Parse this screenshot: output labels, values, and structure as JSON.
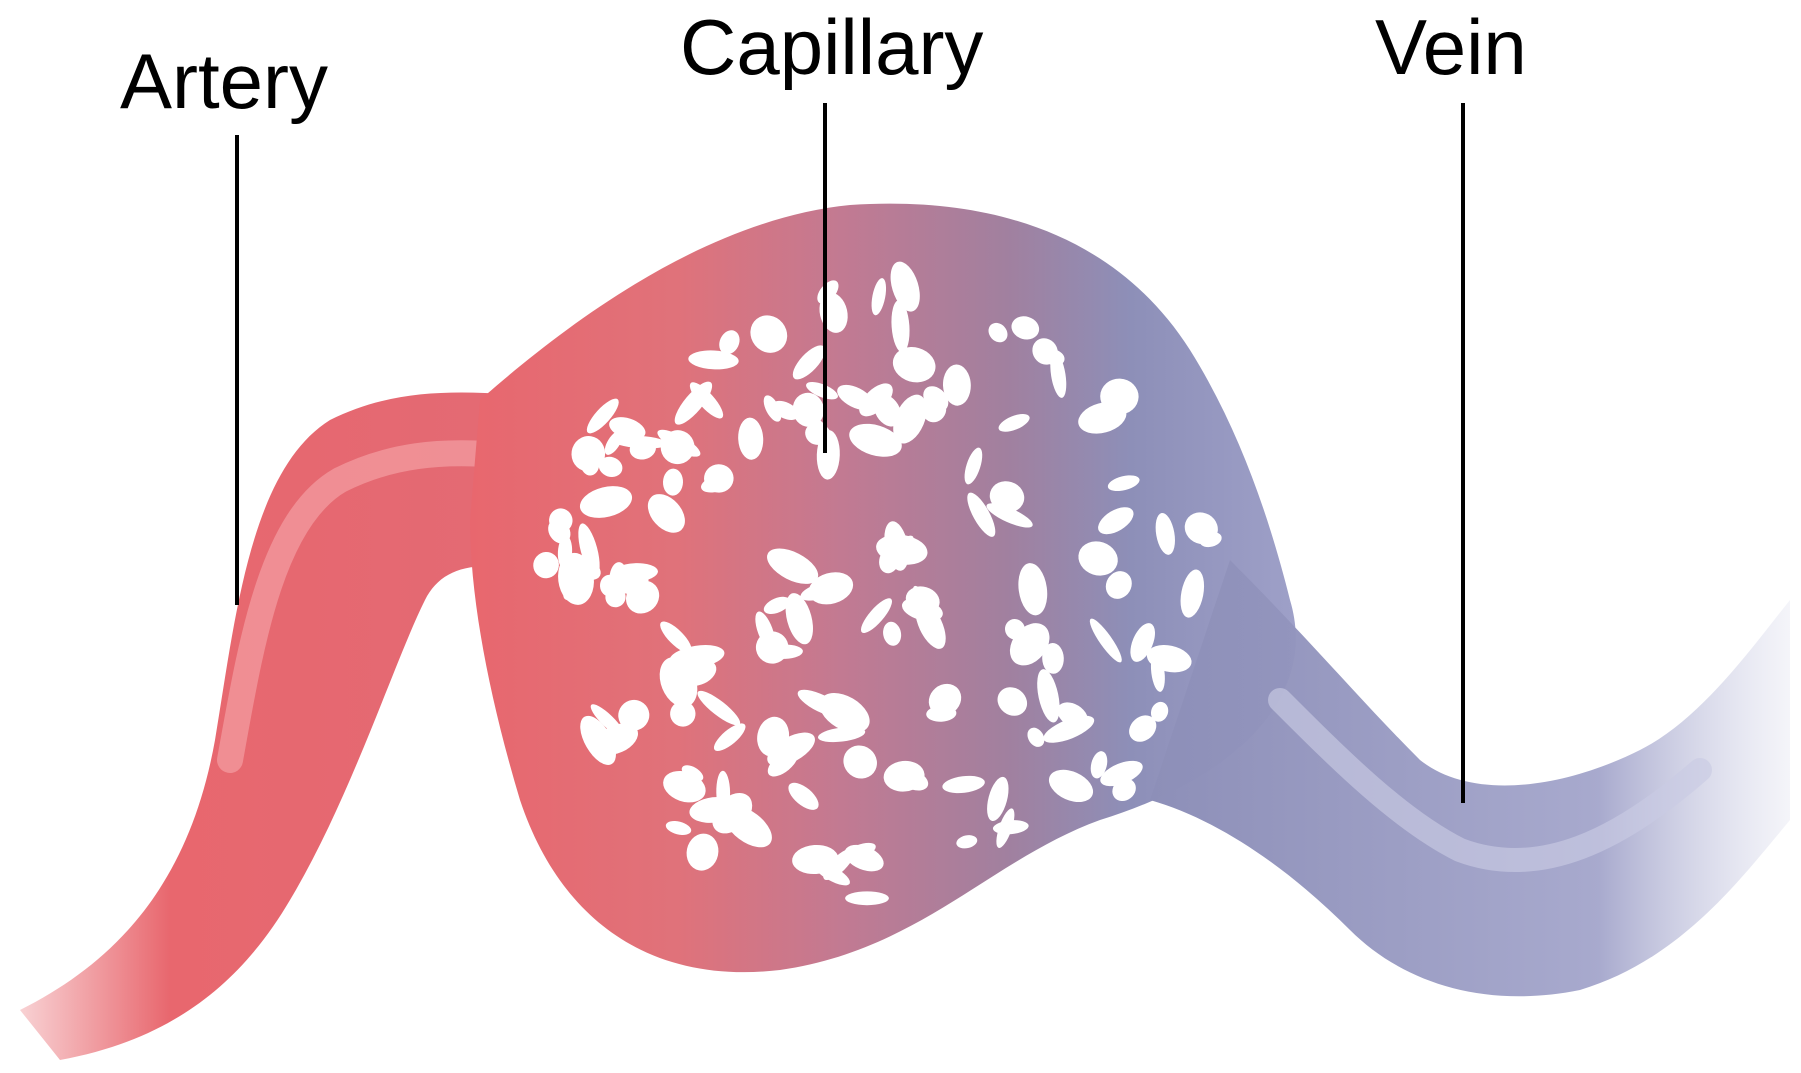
{
  "labels": {
    "artery": "Artery",
    "capillary": "Capillary",
    "vein": "Vein"
  },
  "colors": {
    "artery": "#e8676e",
    "artery_highlight": "#f6a9ac",
    "capillary_mid": "#b37896",
    "vein": "#8d8fb8",
    "vein_highlight": "#c9cbe3",
    "label_text": "#000000",
    "background": "#ffffff"
  }
}
